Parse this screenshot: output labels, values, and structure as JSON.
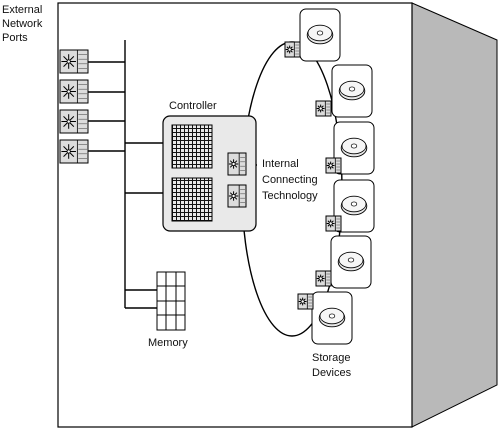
{
  "labels": {
    "external_ports": [
      "External",
      "Network",
      "Ports"
    ],
    "controller": "Controller",
    "internal_tech": [
      "Internal",
      "Connecting",
      "Technology"
    ],
    "memory": "Memory",
    "storage": [
      "Storage",
      "Devices"
    ]
  },
  "counts": {
    "external_ports": 4,
    "storage_devices": 6
  },
  "icons": {
    "port": "network-port-icon",
    "disk": "disk-drive-icon",
    "grid": "switch-fabric-icon",
    "memory": "memory-module-icon"
  },
  "colors": {
    "line": "#000000",
    "cabinet_side": "#b9b9b9",
    "controller_fill": "#e9e9e9",
    "port_fill": "#dcdcdc"
  }
}
